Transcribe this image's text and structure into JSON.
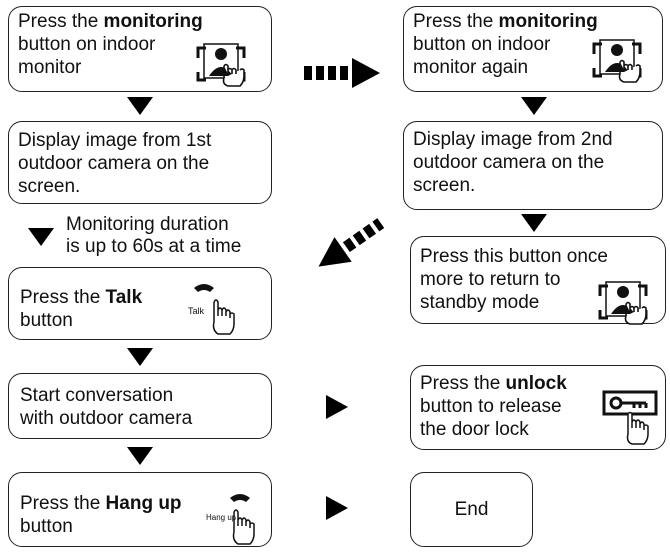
{
  "left": {
    "step1": {
      "pre": "Press the ",
      "bold": "monitoring",
      "line2": "button on indoor",
      "line3": "monitor"
    },
    "step2": {
      "line1": "Display image from 1st",
      "line2": "outdoor camera on the",
      "line3": "screen."
    },
    "duration_note": {
      "line1": "Monitoring duration",
      "line2": "is up to 60s at a time"
    },
    "step3": {
      "pre": "Press the ",
      "bold": "Talk",
      "line2": "button",
      "icon_label": "Talk"
    },
    "step4": {
      "line1": "Start conversation",
      "line2": "with outdoor camera"
    },
    "step5": {
      "pre": "Press the ",
      "bold": "Hang up",
      "line2": "button",
      "icon_label": "Hang up"
    }
  },
  "right": {
    "step1": {
      "pre": "Press the ",
      "bold": "monitoring",
      "line2": "button on indoor",
      "line3": "monitor again"
    },
    "step2": {
      "line1": "Display image from 2nd",
      "line2": "outdoor camera on the",
      "line3": "screen."
    },
    "step3": {
      "line1": "Press this button once",
      "line2": "more to return to",
      "line3": "standby mode"
    },
    "unlock": {
      "pre": "Press the ",
      "bold": "unlock",
      "line2": "button to release",
      "line3": "the door lock"
    },
    "end": {
      "label": "End"
    }
  },
  "icons": [
    "monitor-hand-icon",
    "handset-hand-icon",
    "key-hand-icon"
  ],
  "colors": {
    "line": "#222222",
    "fill": "#000000"
  }
}
